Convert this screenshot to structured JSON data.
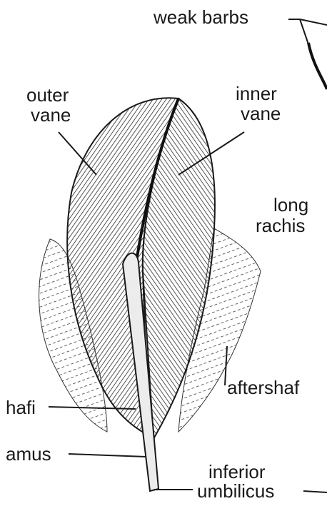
{
  "figure": {
    "labels": {
      "weak_barbs": "weak barbs",
      "outer_vane": [
        "outer",
        "vane"
      ],
      "inner_vane": [
        "inner",
        "vane"
      ],
      "long_rachis": [
        "long",
        "rachis"
      ],
      "aftershaft_right": "aftershaf",
      "aftershaft_left": "hafi",
      "calamus": "amus",
      "inferior_umbilicus": [
        "inferior",
        "umbilicus"
      ]
    }
  }
}
